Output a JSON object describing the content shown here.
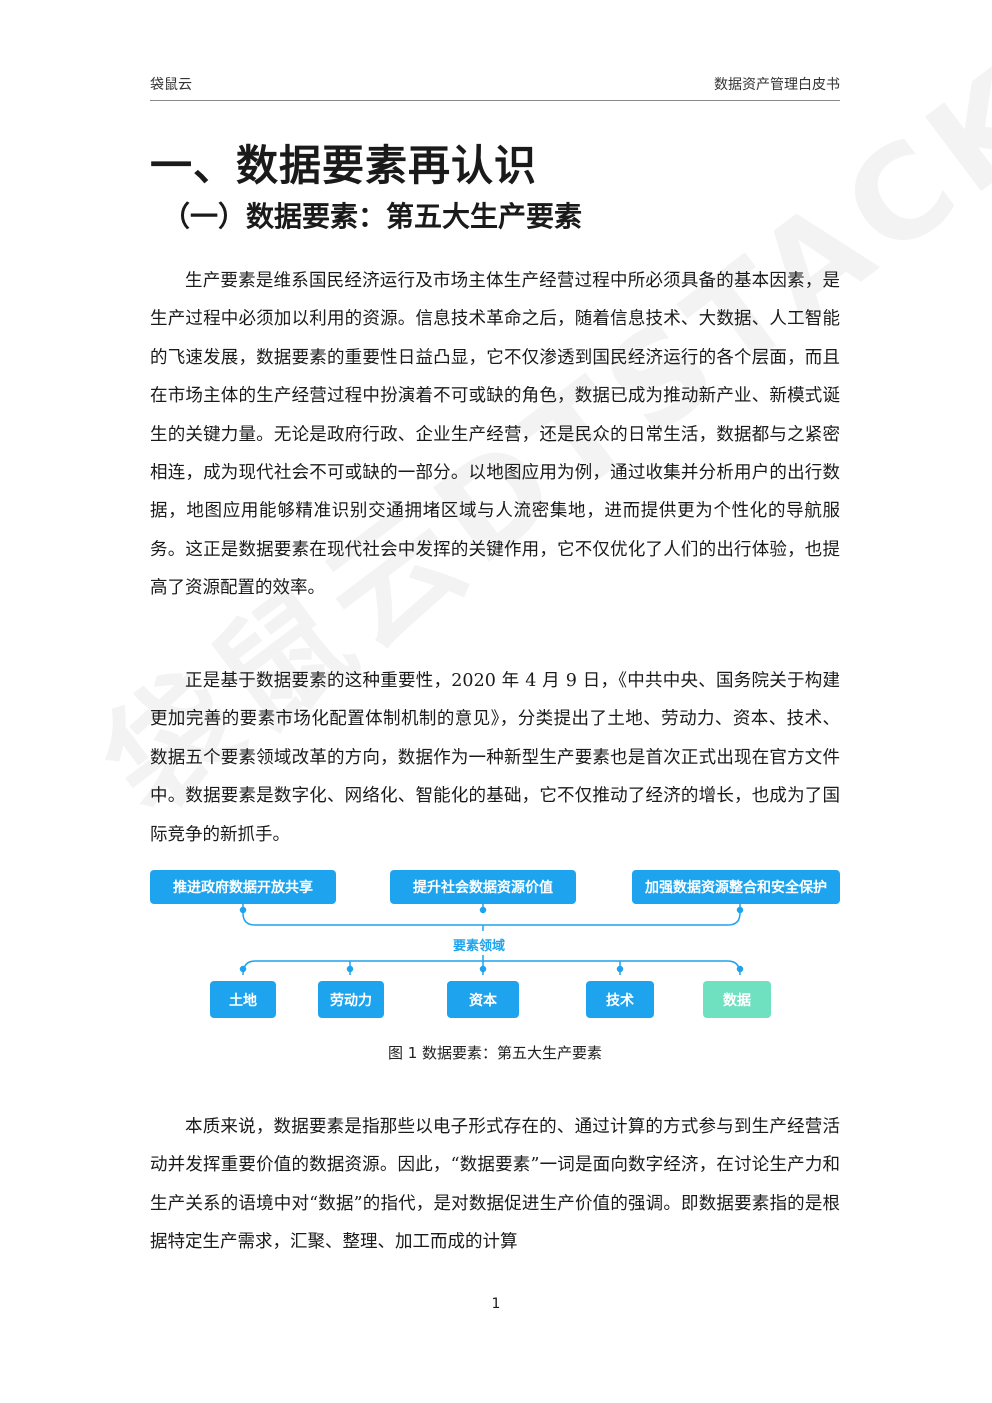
{
  "header": {
    "left": "袋鼠云",
    "right": "数据资产管理白皮书"
  },
  "watermark": "袋鼠云DTSTACK",
  "title": "一、数据要素再认识",
  "subtitle": "（一）数据要素：第五大生产要素",
  "paragraphs": [
    "生产要素是维系国民经济运行及市场主体生产经营过程中所必须具备的基本因素，是生产过程中必须加以利用的资源。信息技术革命之后，随着信息技术、大数据、人工智能的飞速发展，数据要素的重要性日益凸显，它不仅渗透到国民经济运行的各个层面，而且在市场主体的生产经营过程中扮演着不可或缺的角色，数据已成为推动新产业、新模式诞生的关键力量。无论是政府行政、企业生产经营，还是民众的日常生活，数据都与之紧密相连，成为现代社会不可或缺的一部分。以地图应用为例，通过收集并分析用户的出行数据，地图应用能够精准识别交通拥堵区域与人流密集地，进而提供更为个性化的导航服务。这正是数据要素在现代社会中发挥的关键作用，它不仅优化了人们的出行体验，也提高了资源配置的效率。",
    "正是基于数据要素的这种重要性，2020 年 4 月 9 日，《中共中央、国务院关于构建更加完善的要素市场化配置体制机制的意见》，分类提出了土地、劳动力、资本、技术、数据五个要素领域改革的方向，数据作为一种新型生产要素也是首次正式出现在官方文件中。数据要素是数字化、网络化、智能化的基础，它不仅推动了经济的增长，也成为了国际竞争的新抓手。",
    "本质来说，数据要素是指那些以电子形式存在的、通过计算的方式参与到生产经营活动并发挥重要价值的数据资源。因此，“数据要素”一词是面向数字经济，在讨论生产力和生产关系的语境中对“数据”的指代，是对数据促进生产价值的强调。即数据要素指的是根据特定生产需求，汇聚、整理、加工而成的计算"
  ],
  "diagram": {
    "top_boxes": [
      "推进政府数据开放共享",
      "提升社会数据资源价值",
      "加强数据资源整合和安全保护"
    ],
    "domain_label": "要素领域",
    "bottom_boxes": [
      "土地",
      "劳动力",
      "资本",
      "技术",
      "数据"
    ],
    "colors": {
      "blue": "#1ea4ee",
      "green": "#6fe0c0"
    }
  },
  "caption": "图 1 数据要素：第五大生产要素",
  "page_number": "1"
}
